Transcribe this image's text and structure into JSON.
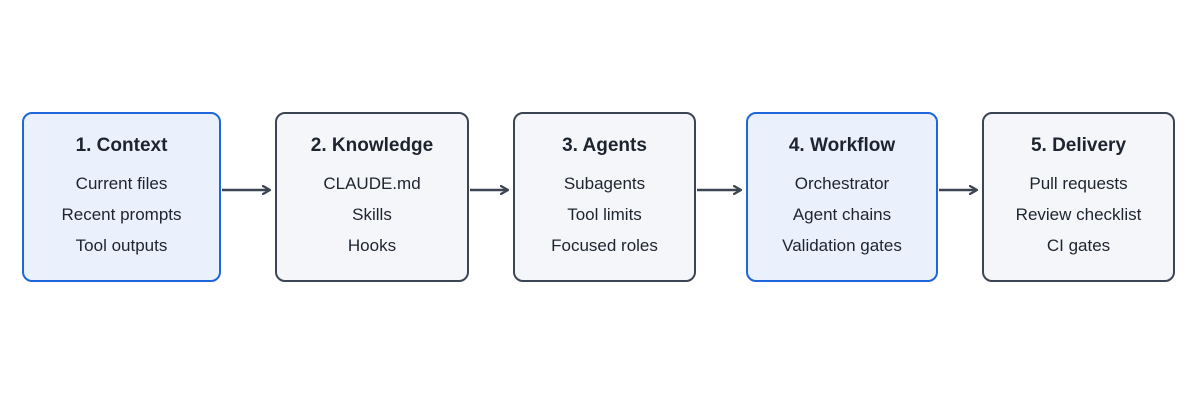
{
  "colors": {
    "accent_border": "#1e66d9",
    "accent_fill": "#eaf1fd",
    "default_border": "#3c4553",
    "default_fill": "#f4f6f9",
    "text": "#1d2430"
  },
  "stages": [
    {
      "title": "1. Context",
      "items": [
        "Current files",
        "Recent prompts",
        "Tool outputs"
      ],
      "highlighted": true
    },
    {
      "title": "2. Knowledge",
      "items": [
        "CLAUDE.md",
        "Skills",
        "Hooks"
      ],
      "highlighted": false
    },
    {
      "title": "3. Agents",
      "items": [
        "Subagents",
        "Tool limits",
        "Focused roles"
      ],
      "highlighted": false
    },
    {
      "title": "4. Workflow",
      "items": [
        "Orchestrator",
        "Agent chains",
        "Validation gates"
      ],
      "highlighted": true
    },
    {
      "title": "5. Delivery",
      "items": [
        "Pull requests",
        "Review checklist",
        "CI gates"
      ],
      "highlighted": false
    }
  ]
}
